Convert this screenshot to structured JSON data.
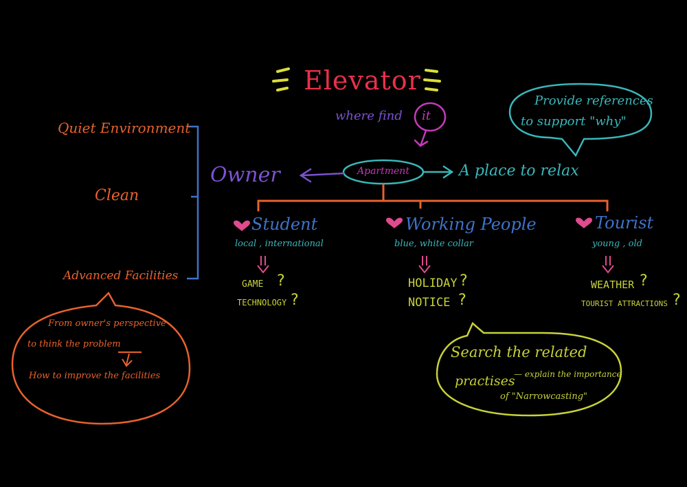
{
  "title": "Elevator",
  "where": {
    "text": "where find",
    "circled": "it"
  },
  "center": {
    "label": "Apartment",
    "left": "Owner",
    "right": "A place to relax"
  },
  "callout_top": {
    "line1": "Provide references",
    "line2": "to support \"why\""
  },
  "owner_needs": [
    "Quiet Environment",
    "Clean",
    "Advanced Facilities"
  ],
  "audiences": [
    {
      "name": "Student",
      "detail": "local , international",
      "topics": [
        "GAME",
        "TECHNOLOGY"
      ]
    },
    {
      "name": "Working People",
      "detail": "blue, white collar",
      "topics": [
        "HOLIDAY",
        "NOTICE"
      ]
    },
    {
      "name": "Tourist",
      "detail": "young , old",
      "topics": [
        "WEATHER",
        "TOURIST ATTRACTIONS"
      ]
    }
  ],
  "callout_left": {
    "line1": "From owner's perspective",
    "line2": "to think the problem",
    "line3": "How to improve the facilities"
  },
  "callout_right": {
    "line1": "Search the related",
    "line2": "practises",
    "line3": "— explain the importance",
    "line4": "of \"Narrowcasting\""
  },
  "colors": {
    "background": "#000000",
    "title": "#e8314a",
    "stars": "#d9de3a",
    "purple": "#7b52cf",
    "magenta": "#c43ab8",
    "orange": "#e8622c",
    "blue": "#3f73c9",
    "teal": "#3bb7ba",
    "yellow": "#c8d23a",
    "pink": "#e04b8e"
  }
}
